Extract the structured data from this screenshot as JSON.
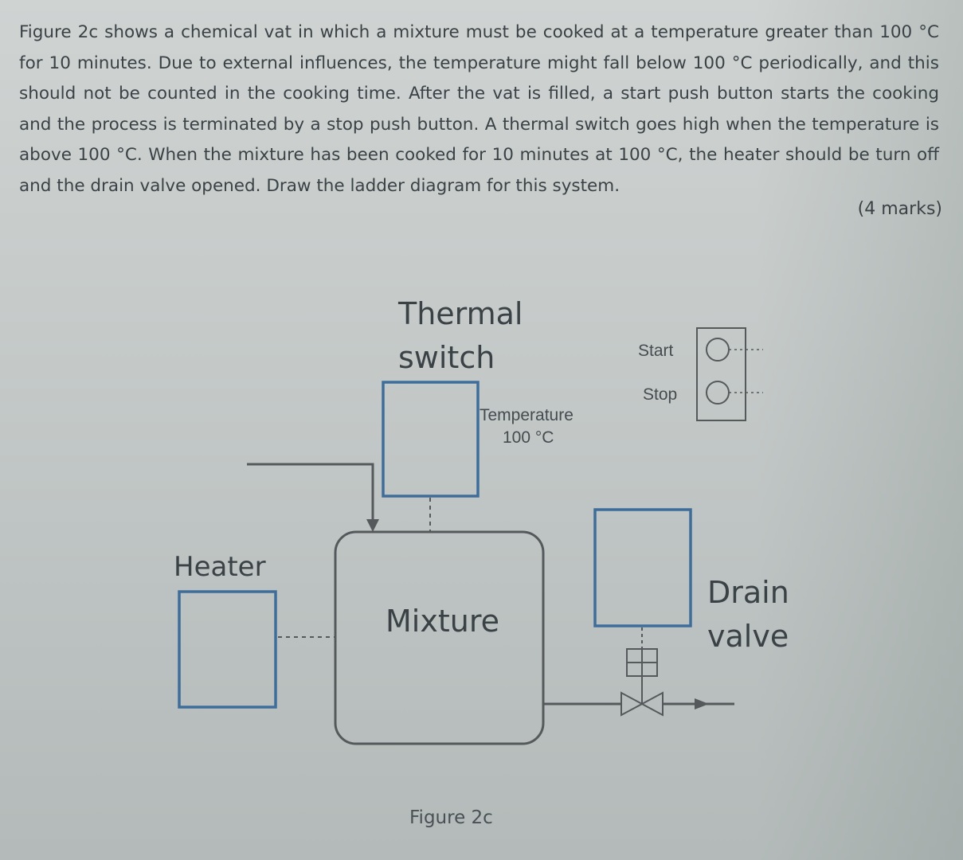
{
  "question": {
    "text": "Figure 2c shows a chemical vat in which a mixture must be cooked at a temperature greater than 100 °C for 10 minutes. Due to external influences, the temperature might fall below 100 °C periodically, and this should not be counted in the cooking time. After the vat is filled, a start push button starts the cooking and the process is terminated by a stop push button. A thermal switch goes high when the temperature is above 100 °C. When the mixture has been cooked for 10 minutes at 100 °C, the heater should be turn off and the drain valve opened. Draw the ladder diagram for this system.",
    "marks": "(4 marks)"
  },
  "figure": {
    "thermal_switch_line1": "Thermal",
    "thermal_switch_line2": "switch",
    "temperature_label": "Temperature",
    "temperature_value": "100 °C",
    "start_label": "Start",
    "stop_label": "Stop",
    "heater_label": "Heater",
    "mixture_label": "Mixture",
    "drain_line1": "Drain",
    "drain_line2": "valve",
    "caption": "Figure 2c"
  },
  "colors": {
    "box_blue": "#3f6d9a",
    "line_gray": "#55595b",
    "text": "#3a4246"
  }
}
